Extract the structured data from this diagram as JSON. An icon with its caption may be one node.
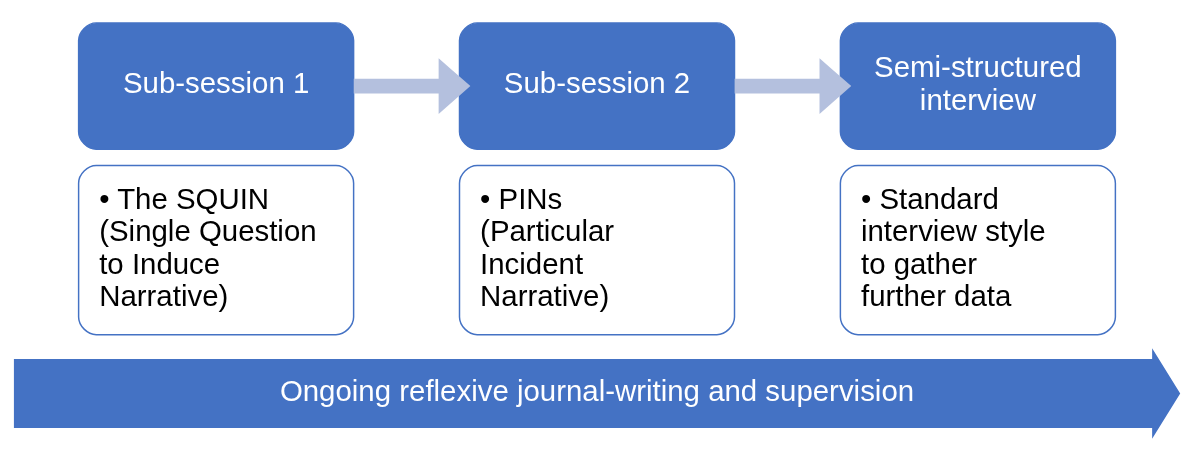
{
  "diagram": {
    "nodes": [
      {
        "text": [
          "Sub-session 1"
        ]
      },
      {
        "text": [
          "• The SQUIN (Single Question to Induce Narrative)"
        ]
      },
      {
        "text": [
          "Sub-session 2"
        ]
      },
      {
        "text": [
          "• PINs (Particular Incident Narrative)"
        ]
      },
      {
        "text": [
          "Semi-structured interview"
        ]
      },
      {
        "text": [
          "• Standard interview style to gather further data"
        ]
      },
      {
        "text": [
          "Ongoing reflexive journal-writing and supervision"
        ]
      }
    ],
    "edges": [
      {
        "from": 0,
        "to": 2,
        "arrow": "to"
      },
      {
        "from": 2,
        "to": 4,
        "arrow": "to"
      }
    ]
  }
}
